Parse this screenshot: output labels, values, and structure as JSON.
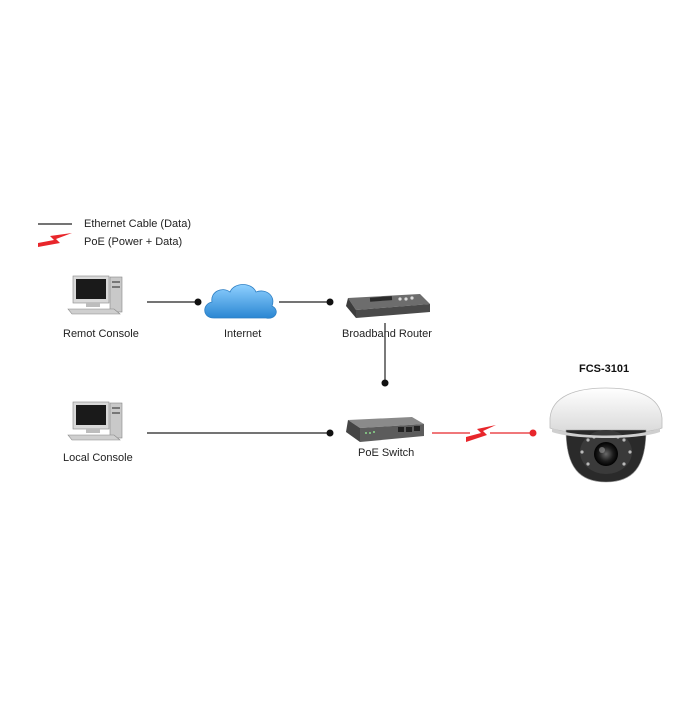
{
  "legend": {
    "ethernet_label": "Ethernet Cable (Data)",
    "poe_label": "PoE (Power + Data)"
  },
  "nodes": {
    "remote_console": "Remot Console",
    "internet": "Internet",
    "broadband_router": "Broadband Router",
    "local_console": "Local Console",
    "poe_switch": "PoE Switch",
    "camera_model": "FCS-3101"
  },
  "colors": {
    "ethernet_line": "#222222",
    "poe_line": "#e8262b",
    "cloud": "#3a9ee0"
  }
}
